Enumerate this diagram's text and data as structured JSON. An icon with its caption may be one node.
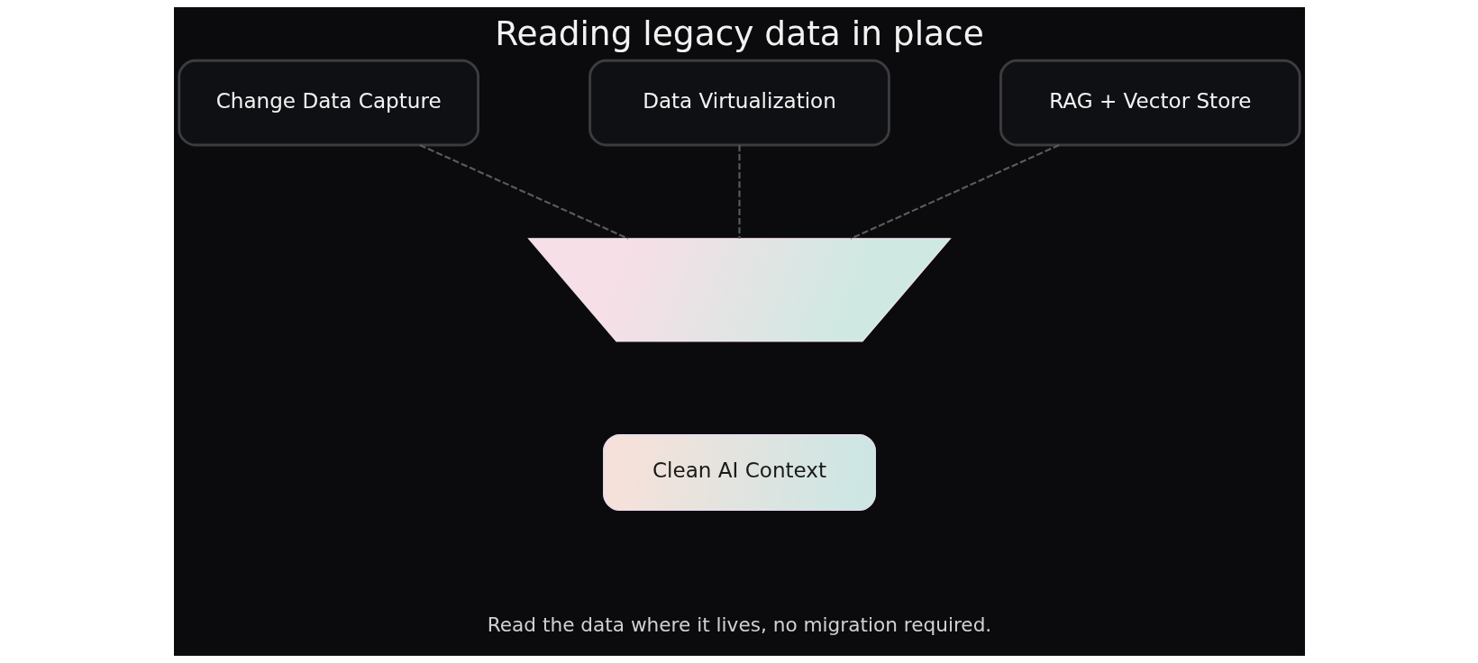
{
  "diagram": {
    "title": "Reading legacy data in place",
    "caption": "Read the data where it lives, no migration required.",
    "nodes": [
      {
        "text": [
          "Change Data Capture"
        ]
      },
      {
        "text": [
          "Data Virtualization"
        ]
      },
      {
        "text": [
          "RAG + Vector Store"
        ]
      },
      {
        "text": [],
        "shape": "trapezoid"
      },
      {
        "text": [
          "Clean AI Context"
        ]
      }
    ],
    "edges": [
      {
        "from": 0,
        "to": 3,
        "arrow": "none",
        "style": "dashed"
      },
      {
        "from": 1,
        "to": 3,
        "arrow": "none",
        "style": "dashed"
      },
      {
        "from": 2,
        "to": 3,
        "arrow": "none",
        "style": "dashed"
      }
    ]
  }
}
